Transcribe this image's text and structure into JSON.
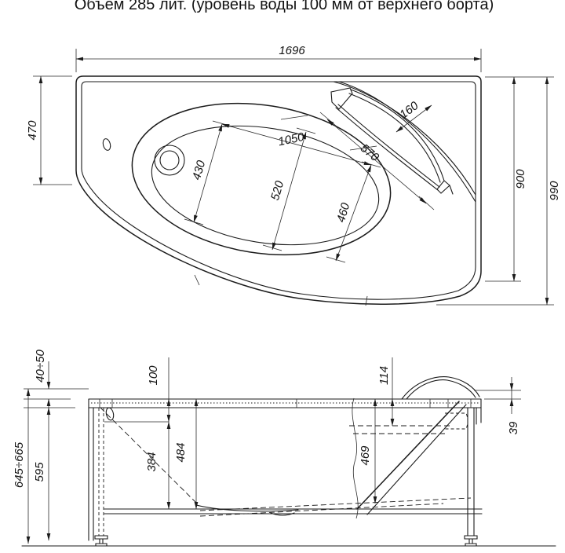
{
  "title": "Объем 285 лит. (уровень воды 100 мм от верхнего борта)",
  "top_view": {
    "overall_length": "1696",
    "left_side_depth": "470",
    "right_side_depth": "900",
    "overall_depth": "990",
    "basin_width_left": "430",
    "basin_length": "1050",
    "basin_width_middle": "520",
    "basin_width_right": "460",
    "headrest_length": "570",
    "headrest_width": "160"
  },
  "side_view": {
    "foot_adjustment_range": "40÷50",
    "overall_height_range": "645÷665",
    "body_height": "595",
    "water_level_offset": "100",
    "water_to_floor_depth": "384",
    "inner_depth": "484",
    "seat_depth": "114",
    "right_inner_depth": "469",
    "rim_board_thickness": "39"
  }
}
